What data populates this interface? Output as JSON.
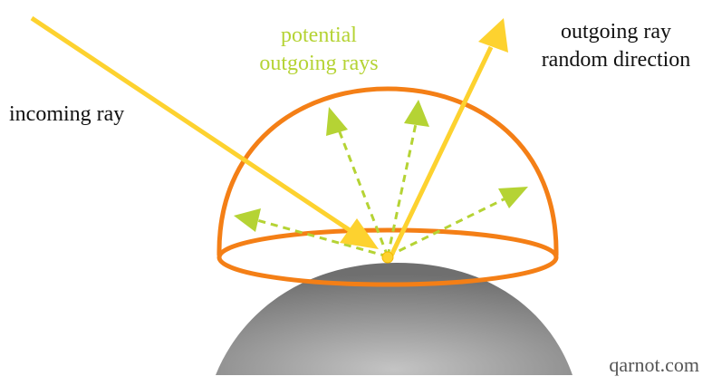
{
  "labels": {
    "incoming": "incoming ray",
    "potential_line1": "potential",
    "potential_line2": "outgoing rays",
    "outgoing_line1": "outgoing ray",
    "outgoing_line2": "random direction",
    "credit": "qarnot.com"
  },
  "colors": {
    "ray": "#fdd22f",
    "dome": "#f47f16",
    "potential": "#b5d334",
    "surface_light": "#c6c6c6",
    "surface_dark": "#6e6e6e",
    "text": "#111111"
  }
}
